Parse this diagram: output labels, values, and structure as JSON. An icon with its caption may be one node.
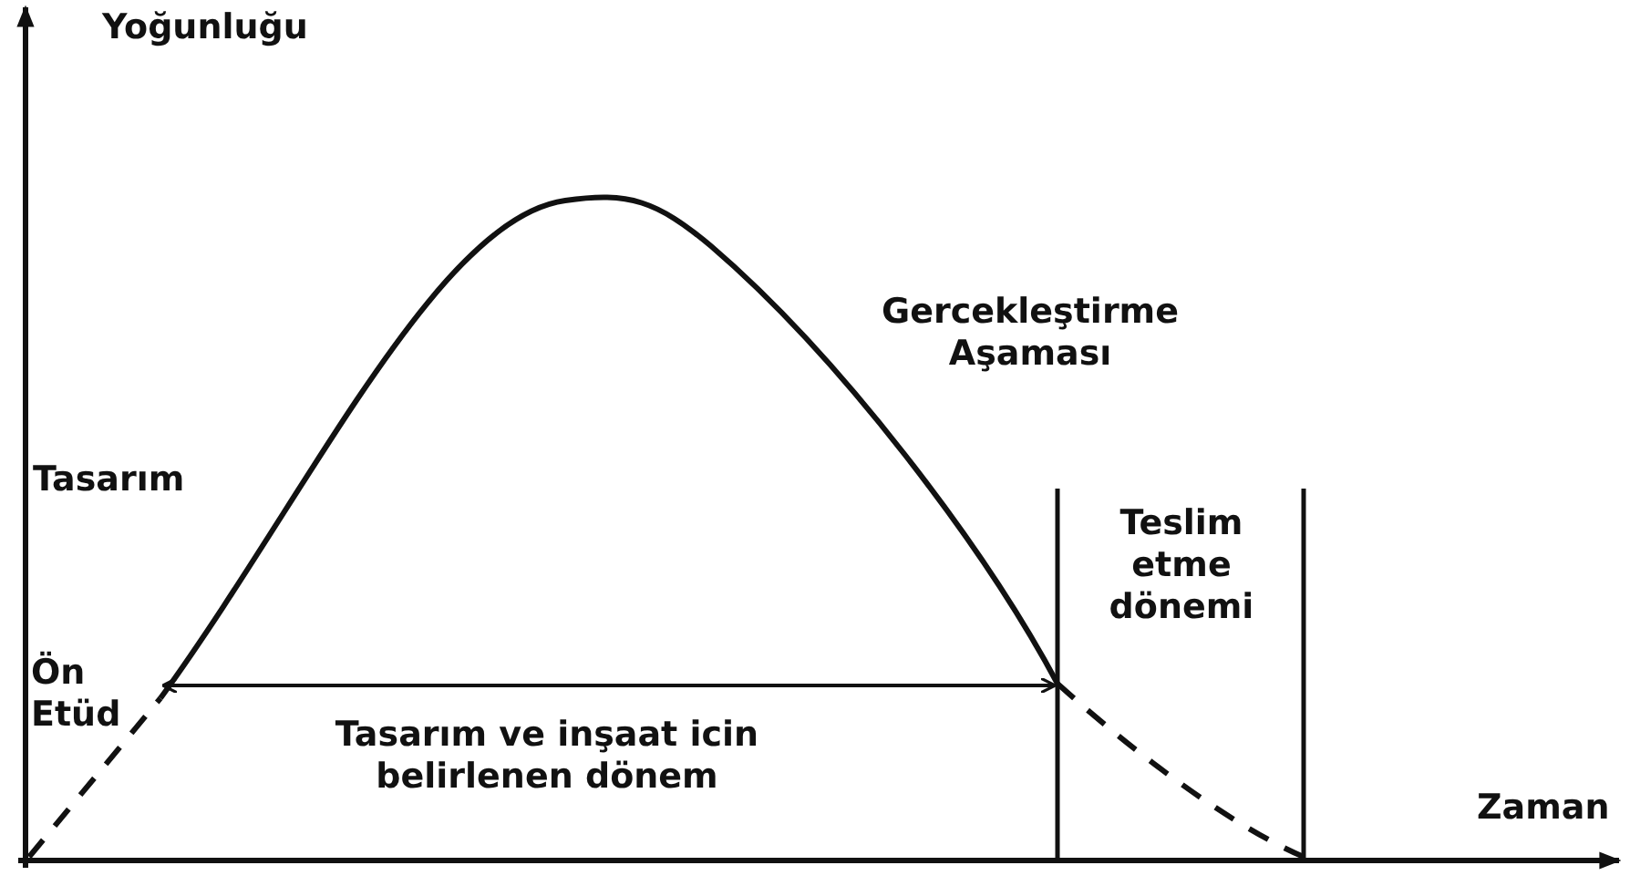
{
  "diagram": {
    "labels": [
      "Yoğunluğu",
      "Gercekleştirme Aşaması",
      "Tasarım",
      "Teslim etme dönemi",
      "Ön Etüd",
      "Tasarım ve inşaat icin belirlenen dönem",
      "Zaman"
    ]
  }
}
